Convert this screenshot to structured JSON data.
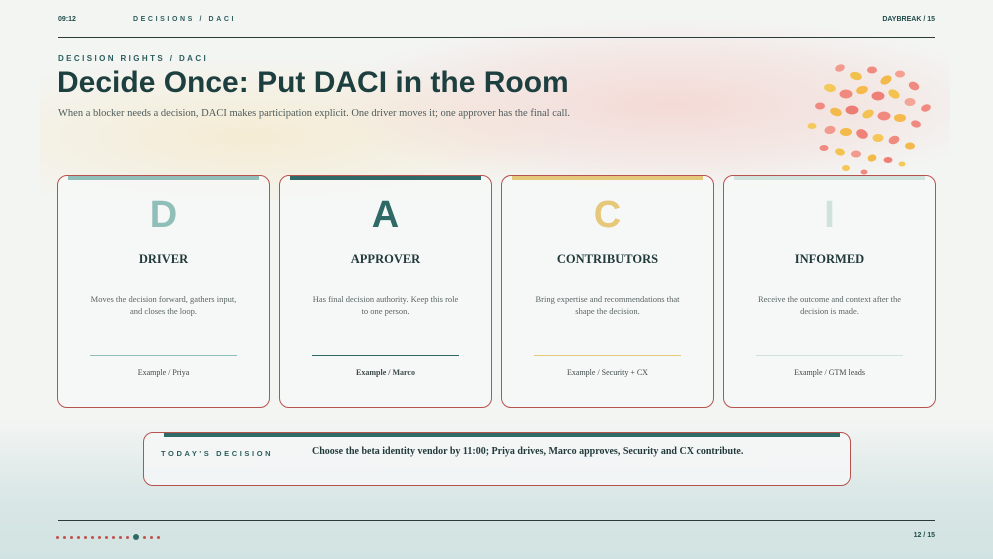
{
  "header": {
    "time": "09:12",
    "section": "DECISIONS / DACI",
    "brand": "DAYBREAK / 15"
  },
  "kicker": "DECISION RIGHTS / DACI",
  "title": "Decide Once: Put DACI in the Room",
  "subtitle": "When a blocker needs a decision, DACI makes participation explicit. One driver moves it; one approver has the final call.",
  "cards": [
    {
      "letter": "D",
      "role": "DRIVER",
      "description": "Moves the decision forward, gathers input, and closes the loop.",
      "example": "Example / Priya",
      "accent": "#8fbfb8"
    },
    {
      "letter": "A",
      "role": "APPROVER",
      "description": "Has final decision authority. Keep this role to one person.",
      "example": "Example / Marco",
      "accent": "#2f6a66"
    },
    {
      "letter": "C",
      "role": "CONTRIBUTORS",
      "description": "Bring expertise and recommendations that shape the decision.",
      "example": "Example / Security + CX",
      "accent": "#e6c87a"
    },
    {
      "letter": "I",
      "role": "INFORMED",
      "description": "Receive the outcome and context after the decision is made.",
      "example": "Example / GTM leads",
      "accent": "#cfe3dc"
    }
  ],
  "decision": {
    "label": "TODAY'S DECISION",
    "text": "Choose the beta identity vendor by 11:00; Priya drives, Marco approves, Security and CX contribute."
  },
  "footer": {
    "page": "12 / 15",
    "total_slides": 15,
    "current_slide": 12
  },
  "colors": {
    "border": "#b8524e",
    "teal_dark": "#2f6a66",
    "dot": "#c0524e"
  }
}
